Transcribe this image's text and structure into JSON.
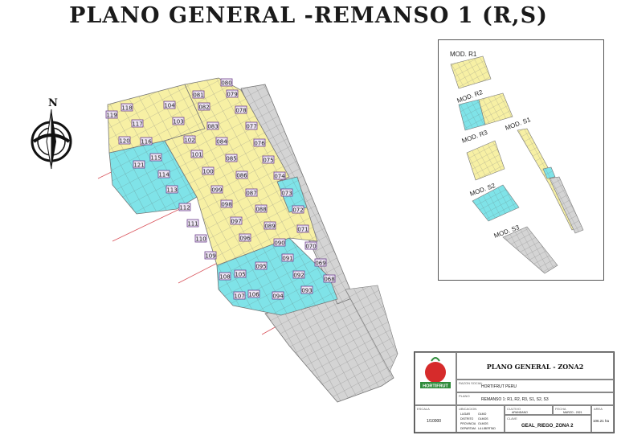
{
  "title": "PLANO GENERAL -REMANSO 1 (R,S)",
  "compass": {
    "north_label": "N"
  },
  "colors": {
    "yellow": "#f7f0a4",
    "cyan": "#7fe3e8",
    "gray": "#d4d4d4",
    "grid": "#8a8a8a",
    "label_bg": "#efe6f5",
    "label_border": "#6b3f8c",
    "redline": "#d9545c"
  },
  "lots": [
    "080",
    "079",
    "081",
    "078",
    "082",
    "077",
    "083",
    "076",
    "084",
    "075",
    "085",
    "074",
    "086",
    "073",
    "087",
    "072",
    "088",
    "071",
    "089",
    "070",
    "090",
    "069",
    "091",
    "068",
    "092",
    "093",
    "094",
    "095",
    "096",
    "097",
    "098",
    "099",
    "100",
    "101",
    "102",
    "103",
    "104",
    "105",
    "106",
    "107",
    "108",
    "109",
    "110",
    "111",
    "112",
    "113",
    "114",
    "115",
    "116",
    "117",
    "118",
    "119",
    "120",
    "121"
  ],
  "legend": {
    "modules": [
      "MOD. R1",
      "MOD. R2",
      "MOD. R3",
      "MOD. S1",
      "MOD. S2",
      "MOD. S3"
    ]
  },
  "titleblock": {
    "header": "PLANO GENERAL - ZONA2",
    "razon_social_label": "RAZON SOCIAL",
    "razon_social": "HORTIFRUT PERU",
    "plano_label": "PLANO",
    "plano": "REMANSO 1: R1, R2, R3, S1, S2, S3",
    "cultivo_label": "CULTIVO",
    "cultivo": "ARANDANO",
    "fecha_label": "FECHA",
    "fecha": "MARZO - 2021",
    "escala_label": "ESCALA",
    "escala": "1/10000",
    "ubicacion_label": "UBICACION",
    "lugar": "LUGAR",
    "lugar_val": "OLMO",
    "distrito": "DISTRITO",
    "distrito_val": "OLMOS",
    "provincia": "PROVINCIA",
    "provincia_val": "OLMOS",
    "departamento": "DEPARTAM.",
    "departamento_val": "LA LIBERTAD",
    "clave_label": "CLAVE",
    "clave": "GEAL_RIEGO_ZONA 2",
    "area_label": "AREA",
    "area": "106.21 ha",
    "logo_text": "HORTIFRUT"
  }
}
